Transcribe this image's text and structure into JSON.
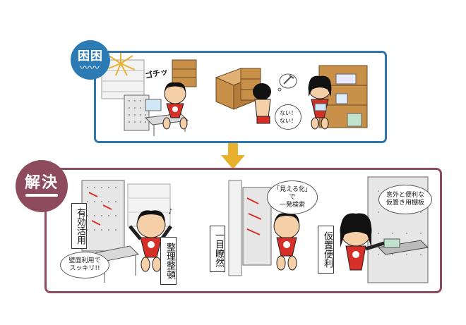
{
  "problem": {
    "badge_text": "困困",
    "sfx": "ゴチッ",
    "bubble_none": "ない！\nない！"
  },
  "solution": {
    "badge_text": "解決",
    "label_effective": "有効活用",
    "bubble_wall": "壁面利用で\nスッキリ!!",
    "label_organize": "整理整頓",
    "label_glance": "一目瞭然",
    "bubble_visual": "「見える化」\nで\n一発検索",
    "label_temp": "仮置便利",
    "bubble_shelf": "意外と便利な\n仮置き用棚板"
  },
  "colors": {
    "problem_blue": "#2f76ad",
    "solution_maroon": "#8e4b5e",
    "arrow_gold": "#e7b12e",
    "character_red": "#d62f27",
    "cabinet_wood": "#c99049"
  }
}
